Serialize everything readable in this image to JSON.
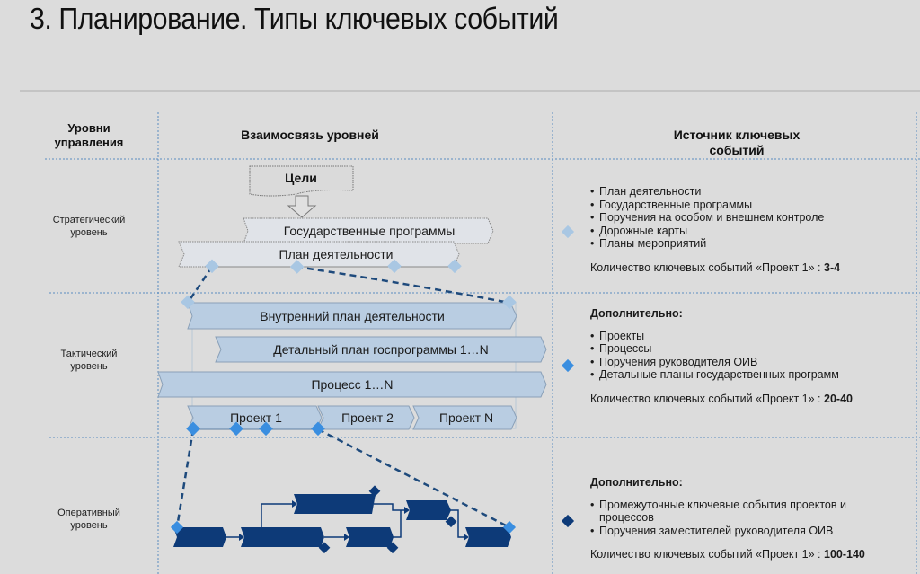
{
  "title": "3. Планирование. Типы ключевых событий",
  "headers": {
    "levels": [
      "Уровни",
      "управления"
    ],
    "relation": "Взаимосвязь уровней",
    "source": [
      "Источник ключевых",
      "событий"
    ]
  },
  "levels": {
    "strategic": [
      "Стратегический",
      "уровень"
    ],
    "tactical": [
      "Тактический",
      "уровень"
    ],
    "operational": [
      "Оперативный",
      "уровень"
    ]
  },
  "diagram": {
    "goals": "Цели",
    "state_programs": "Государственные программы",
    "activity_plan": "План деятельности",
    "internal_plan": "Внутренний план деятельности",
    "detailed_plan": "Детальный план госпрограммы 1…N",
    "process": "Процесс 1…N",
    "projects": [
      "Проект 1",
      "Проект 2",
      "Проект N"
    ]
  },
  "sources": {
    "strategic": {
      "marker_color": "#a9c7e3",
      "items": [
        "План деятельности",
        "Государственные программы",
        "Поручения на особом и внешнем контроле",
        "Дорожные карты",
        "Планы мероприятий"
      ],
      "count_label": "Количество ключевых событий «Проект 1» : ",
      "count_value": "3-4"
    },
    "tactical": {
      "marker_color": "#3a8ee0",
      "extra": "Дополнительно:",
      "items": [
        "Проекты",
        "Процессы",
        "Поручения руководителя ОИВ",
        "Детальные планы государственных программ"
      ],
      "count_label": "Количество ключевых событий «Проект 1» : ",
      "count_value": "20-40"
    },
    "operational": {
      "marker_color": "#0d3a78",
      "extra": "Дополнительно:",
      "items": [
        "Промежуточные ключевые события  проектов и процессов",
        "Поручения заместителей руководителя ОИВ"
      ],
      "count_label": "Количество ключевых событий «Проект 1» : ",
      "count_value": "100-140"
    }
  },
  "colors": {
    "background": "#dcdcdc",
    "bar_fill": "#b9cde2",
    "task_fill": "#0d3a78",
    "grid_line": "#5a8cc0"
  }
}
